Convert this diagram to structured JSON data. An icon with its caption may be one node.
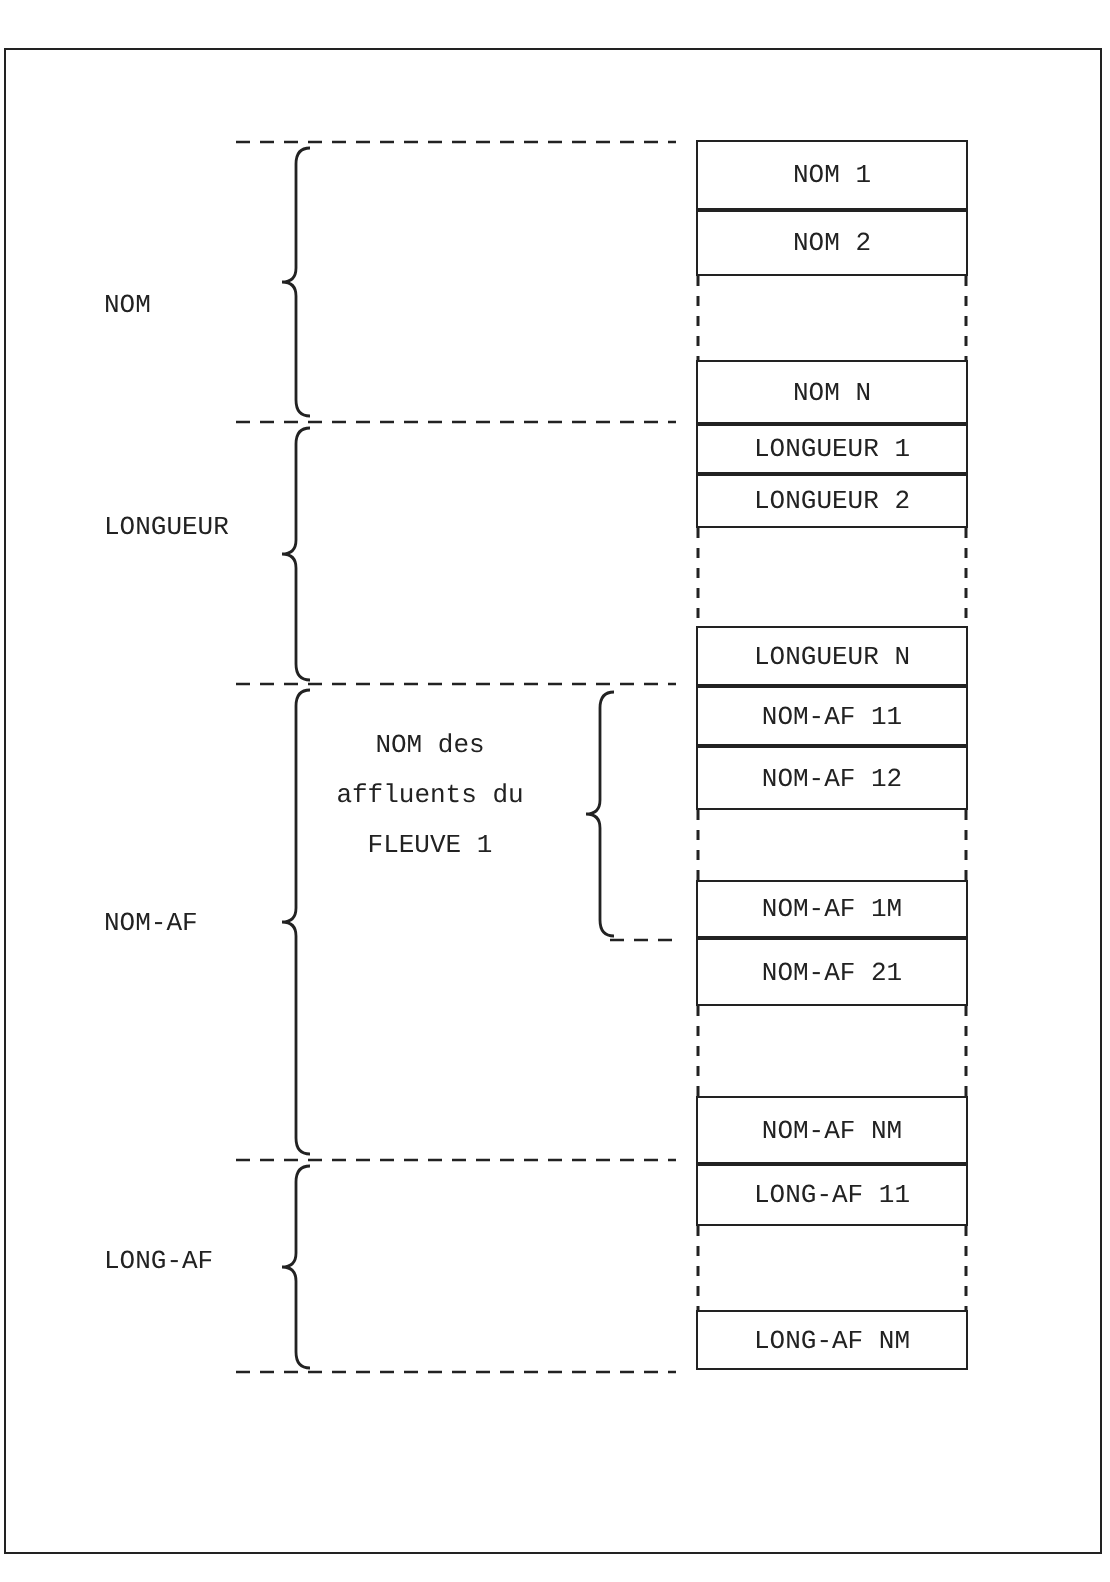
{
  "diagram": {
    "nodes": [
      {
        "text": [
          "NOM 1"
        ]
      },
      {
        "text": [
          "NOM 2"
        ]
      },
      {
        "text": [
          "NOM N"
        ]
      },
      {
        "text": [
          "LONGUEUR 1"
        ]
      },
      {
        "text": [
          "LONGUEUR 2"
        ]
      },
      {
        "text": [
          "LONGUEUR N"
        ]
      },
      {
        "text": [
          "NOM-AF 11"
        ]
      },
      {
        "text": [
          "NOM-AF 12"
        ]
      },
      {
        "text": [
          "NOM-AF 1M"
        ]
      },
      {
        "text": [
          "NOM-AF 21"
        ]
      },
      {
        "text": [
          "NOM-AF NM"
        ]
      },
      {
        "text": [
          "LONG-AF 11"
        ]
      },
      {
        "text": [
          "LONG-AF NM"
        ]
      }
    ],
    "edges": [
      {
        "from": 1,
        "to": 2,
        "arrow": "none",
        "style": "dashed"
      },
      {
        "from": 1,
        "to": 2,
        "arrow": "none",
        "style": "dashed"
      },
      {
        "from": 4,
        "to": 5,
        "arrow": "none",
        "style": "dashed"
      },
      {
        "from": 4,
        "to": 5,
        "arrow": "none",
        "style": "dashed"
      },
      {
        "from": 7,
        "to": 8,
        "arrow": "none",
        "style": "dashed"
      },
      {
        "from": 7,
        "to": 8,
        "arrow": "none",
        "style": "dashed"
      },
      {
        "from": 9,
        "to": 10,
        "arrow": "none",
        "style": "dashed"
      },
      {
        "from": 9,
        "to": 10,
        "arrow": "none",
        "style": "dashed"
      },
      {
        "from": 11,
        "to": 12,
        "arrow": "none",
        "style": "dashed"
      },
      {
        "from": 11,
        "to": 12,
        "arrow": "none",
        "style": "dashed"
      }
    ],
    "labels": [
      "NOM",
      "LONGUEUR",
      "NOM des affluents du FLEUVE 1",
      "NOM-AF",
      "LONG-AF"
    ]
  }
}
